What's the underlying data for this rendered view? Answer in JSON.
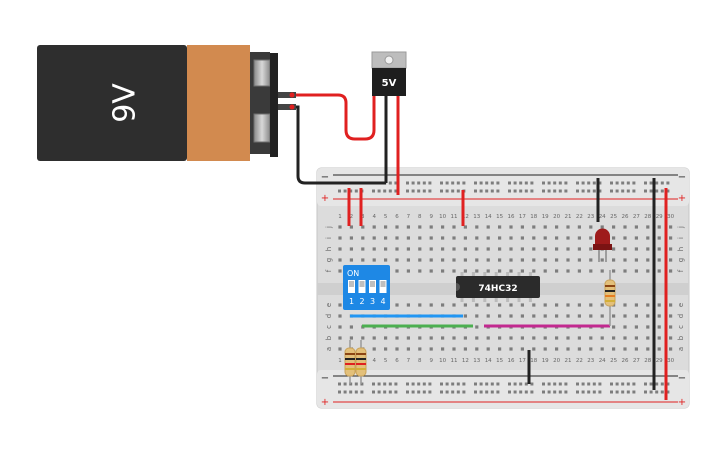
{
  "battery": {
    "label": "9V",
    "body_color": "#2e2e2e",
    "band_color": "#d28a4f"
  },
  "regulator": {
    "label": "5V"
  },
  "chip": {
    "label": "74HC32"
  },
  "dip_switch": {
    "on_label": "ON",
    "switch_numbers": [
      "1",
      "2",
      "3",
      "4"
    ],
    "color": "#1e88e5"
  },
  "breadboard": {
    "rail_plus": "+",
    "rail_minus": "−",
    "row_letters_top": [
      "j",
      "i",
      "h",
      "g",
      "f"
    ],
    "row_letters_bottom": [
      "e",
      "d",
      "c",
      "b",
      "a"
    ],
    "column_numbers": [
      "1",
      "2",
      "3",
      "4",
      "5",
      "6",
      "7",
      "8",
      "9",
      "10",
      "11",
      "12",
      "13",
      "14",
      "15",
      "16",
      "17",
      "18",
      "19",
      "20",
      "21",
      "22",
      "23",
      "24",
      "25",
      "26",
      "27",
      "28",
      "29",
      "30"
    ]
  },
  "led": {
    "color": "#9e1b1b"
  },
  "wire_colors": {
    "power": "#e02020",
    "ground": "#222222",
    "blue": "#2196f3",
    "green": "#4caf50",
    "magenta": "#c2298f"
  }
}
